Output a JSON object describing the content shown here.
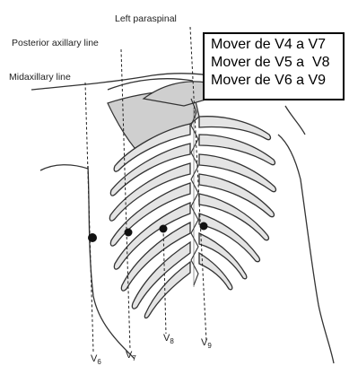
{
  "labels": {
    "left_paraspinal": "Left paraspinal",
    "posterior_axillary": "Posterior axillary line",
    "midaxillary": "Midaxillary line"
  },
  "leads": [
    {
      "base": "V",
      "sub": "6"
    },
    {
      "base": "V",
      "sub": "7"
    },
    {
      "base": "V",
      "sub": "8"
    },
    {
      "base": "V",
      "sub": "9"
    }
  ],
  "note_lines": [
    "Mover de V4 a V7",
    "Mover de V5 a  V8",
    "Mover de V6 a V9"
  ]
}
